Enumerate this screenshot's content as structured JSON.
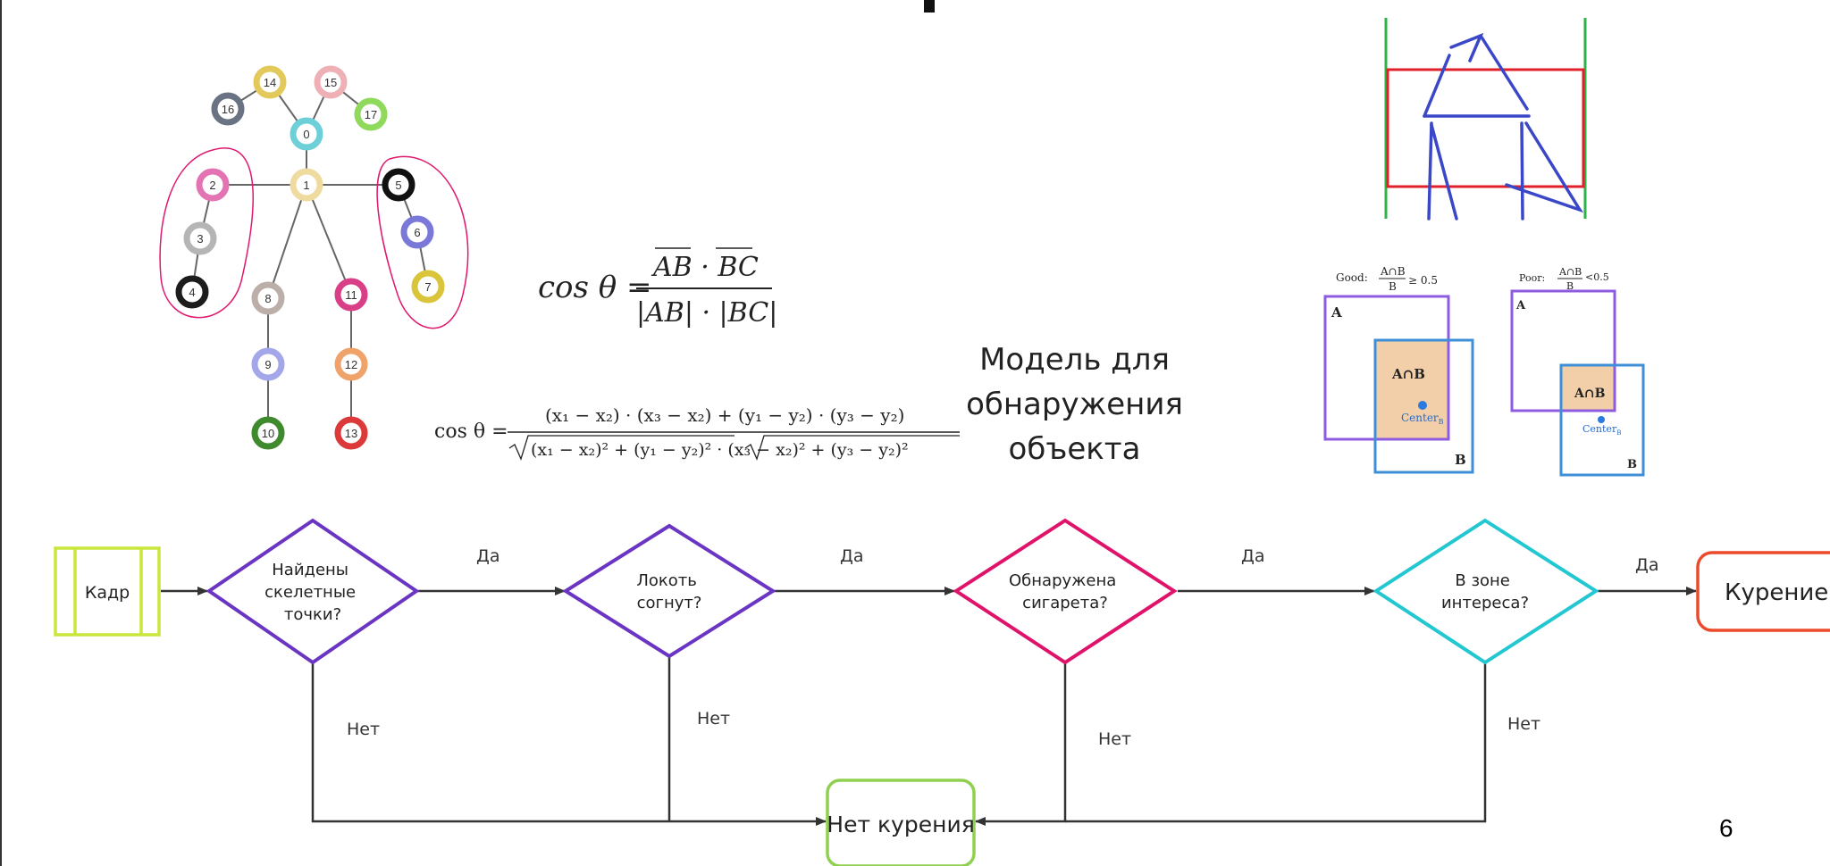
{
  "skeleton": {
    "joints": [
      {
        "id": "0",
        "color": "#6dd0d8"
      },
      {
        "id": "1",
        "color": "#efdba0"
      },
      {
        "id": "2",
        "color": "#e373b3"
      },
      {
        "id": "3",
        "color": "#b5b5b5"
      },
      {
        "id": "4",
        "color": "#1c1c1c"
      },
      {
        "id": "5",
        "color": "#111111"
      },
      {
        "id": "6",
        "color": "#7a78d8"
      },
      {
        "id": "7",
        "color": "#d9c43a"
      },
      {
        "id": "8",
        "color": "#bcaea8"
      },
      {
        "id": "9",
        "color": "#a4a6ea"
      },
      {
        "id": "10",
        "color": "#3f8a2d"
      },
      {
        "id": "11",
        "color": "#d83f86"
      },
      {
        "id": "12",
        "color": "#efa36a"
      },
      {
        "id": "13",
        "color": "#dc3a3a"
      },
      {
        "id": "14",
        "color": "#e3c85a"
      },
      {
        "id": "15",
        "color": "#efb0b5"
      },
      {
        "id": "16",
        "color": "#6a7383"
      },
      {
        "id": "17",
        "color": "#8fd95c"
      }
    ]
  },
  "formula1": {
    "lhs": "cos θ =",
    "numerator": "AB · BC",
    "denominator": "|AB| · |BC|"
  },
  "formula2": {
    "lhs": "cos θ =",
    "numerator": "(x₁ − x₂) · (x₃ − x₂) + (y₁ − y₂) · (y₃ − y₂)",
    "denominator": "(x₁ − x₂)² + (y₁ − y₂)² · (x₃ − x₂)² + (y₃ − y₂)²"
  },
  "model_label": [
    "Модель для",
    "обнаружения",
    "объекта"
  ],
  "iou": {
    "good": {
      "label": "Good:",
      "frac_num": "A∩B",
      "frac_den": "B",
      "cond": "≥ 0.5",
      "a": "A",
      "b": "B",
      "intersection": "A∩B",
      "center": "Center",
      "center_sub": "B"
    },
    "poor": {
      "label": "Poor:",
      "frac_num": "A∩B",
      "frac_den": "B",
      "cond": "<0.5",
      "a": "A",
      "b": "B",
      "intersection": "A∩B",
      "center": "Center",
      "center_sub": "B"
    }
  },
  "flowchart": {
    "start": "Кадр",
    "decisions": [
      [
        "Найдены",
        "скелетные",
        "точки?"
      ],
      [
        "Локоть",
        "согнут?"
      ],
      [
        "Обнаружена",
        "сигарета?"
      ],
      [
        "В зоне",
        "интереса?"
      ]
    ],
    "yes_label": "Да",
    "no_label": "Нет",
    "end_yes": "Курение",
    "end_no": "Нет курения"
  },
  "colors": {
    "start": "#c8e63c",
    "decision_1": "#6a35c2",
    "decision_2": "#6a35c2",
    "decision_3": "#e0136a",
    "decision_4": "#22c7d1",
    "end_yes": "#ec4a2a",
    "end_no": "#8fd14f",
    "arrow": "#333333",
    "roi_green": "#2db34a",
    "roi_red": "#e0202a",
    "roi_blue": "#3a48c8",
    "iou_a": "#8d5ae0",
    "iou_b": "#3e8fd8",
    "iou_fill": "#f2cfa8",
    "arm_outline": "#e0186e"
  },
  "page_number": "6"
}
